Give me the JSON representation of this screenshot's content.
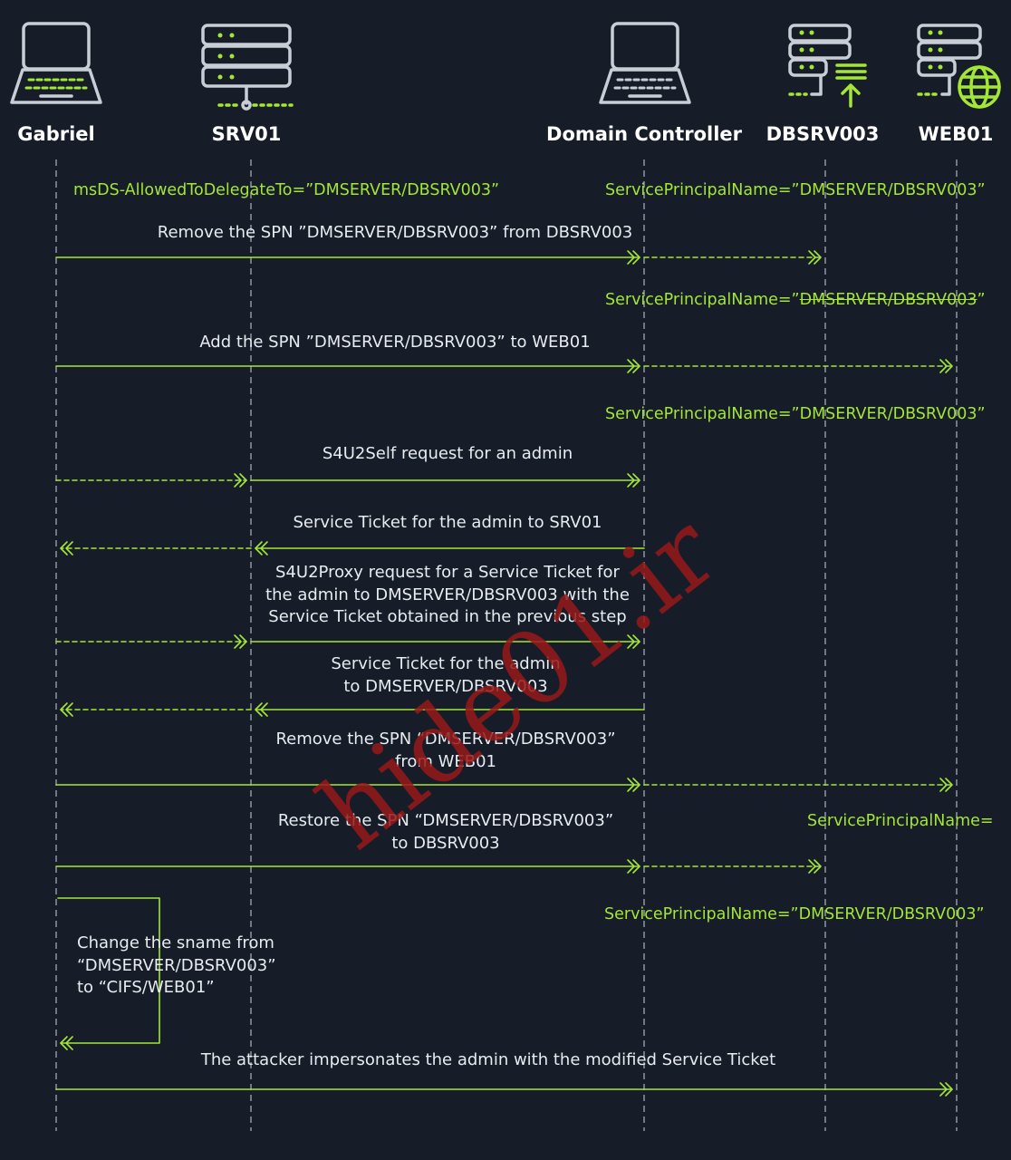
{
  "actors": [
    {
      "name": "Gabriel",
      "icon": "laptop-icon"
    },
    {
      "name": "SRV01",
      "icon": "server-icon"
    },
    {
      "name": "Domain Controller",
      "icon": "laptop-icon"
    },
    {
      "name": "DBSRV003",
      "icon": "database-server-icon"
    },
    {
      "name": "WEB01",
      "icon": "web-server-icon"
    }
  ],
  "attributes": {
    "delegation": "msDS-AllowedToDelegateTo=”DMSERVER/DBSRV003”",
    "spn_dbsrv003_initial": "ServicePrincipalName=”DMSERVER/DBSRV003”",
    "spn_prefix_removed": "ServicePrincipalName=”",
    "spn_value_removed": "DMSERVER/DBSRV003",
    "spn_suffix_removed": "”",
    "spn_web01": "ServicePrincipalName=”DMSERVER/DBSRV003”",
    "spn_empty": "ServicePrincipalName=",
    "spn_restored": "ServicePrincipalName=”DMSERVER/DBSRV003”"
  },
  "messages": {
    "m1": "Remove the SPN ”DMSERVER/DBSRV003” from DBSRV003",
    "m2": "Add the SPN ”DMSERVER/DBSRV003” to WEB01",
    "m3": "S4U2Self request for an admin",
    "m4": "Service Ticket for the admin to SRV01",
    "m5_l1": "S4U2Proxy request for a Service Ticket for",
    "m5_l2": "the admin to DMSERVER/DBSRV003 with the",
    "m5_l3": "Service Ticket obtained in the previous step",
    "m6_l1": "Service Ticket for the admin",
    "m6_l2": "to DMSERVER/DBSRV003",
    "m7_l1": "Remove the SPN “DMSERVER/DBSRV003”",
    "m7_l2": "from WEB01",
    "m8_l1": "Restore the SPN “DMSERVER/DBSRV003”",
    "m8_l2": "to DBSRV003",
    "m9_l1": "Change the sname from",
    "m9_l2": "“DMSERVER/DBSRV003”",
    "m9_l3": "to “CIFS/WEB01”",
    "m10": "The attacker impersonates the admin with the modified Service Ticket"
  },
  "watermark": "hide01.ir",
  "colors": {
    "background": "#161d29",
    "accent": "#a3e635",
    "icon_stroke": "#c9ced6",
    "lifeline": "#8f97a3",
    "text": "#e8ebef"
  }
}
